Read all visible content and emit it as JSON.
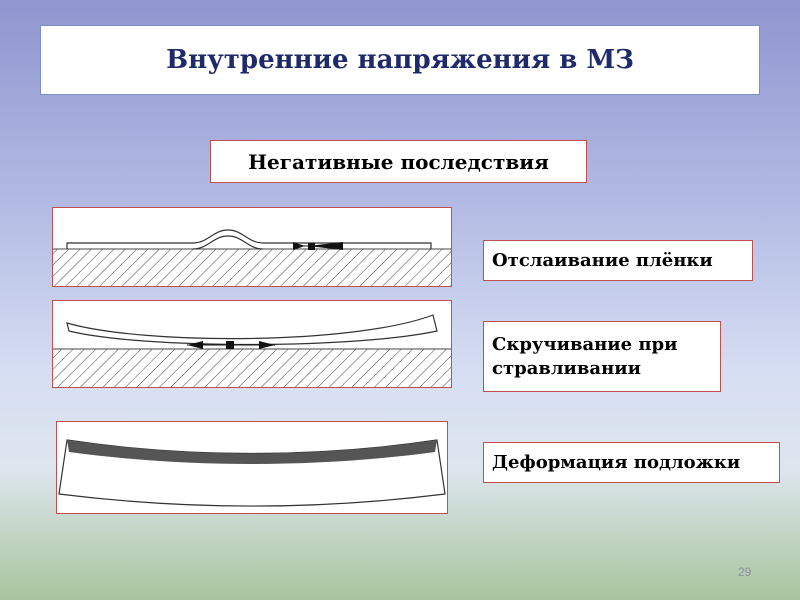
{
  "title": "Внутренние напряжения в МЗ",
  "subtitle": "Негативные последствия",
  "effects": [
    {
      "label": "Отслаивание плёнки"
    },
    {
      "label": "Скручивание при\nстравливании"
    },
    {
      "label": "Деформация подложки"
    }
  ],
  "page_number": "29",
  "colors": {
    "title_text": "#1f2a6b",
    "box_border": "#c0504d",
    "film": "#555555"
  }
}
